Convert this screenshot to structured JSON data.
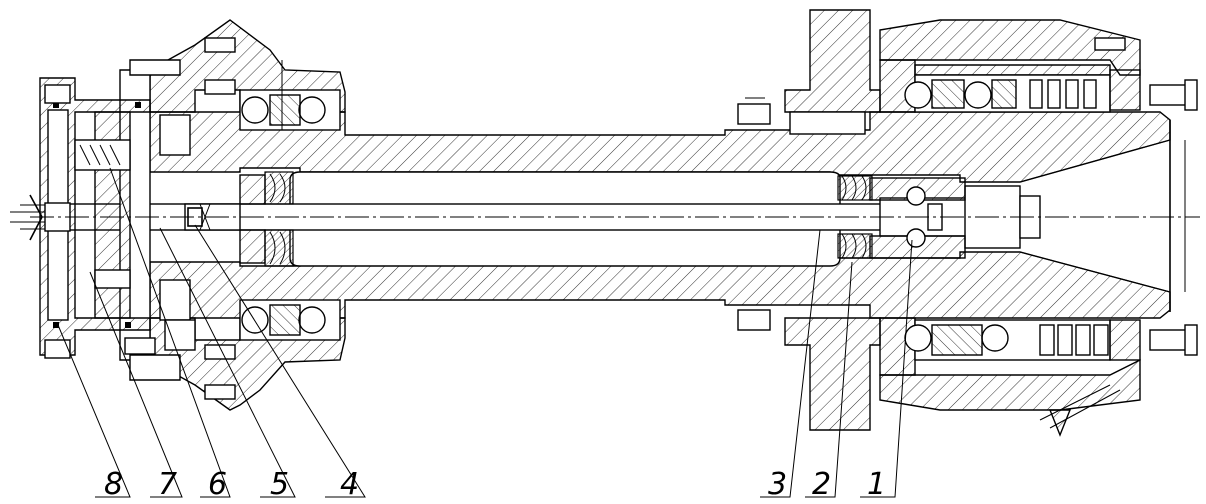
{
  "drawing": {
    "callouts": [
      {
        "id": "8",
        "label": "8"
      },
      {
        "id": "7",
        "label": "7"
      },
      {
        "id": "6",
        "label": "6"
      },
      {
        "id": "5",
        "label": "5"
      },
      {
        "id": "4",
        "label": "4"
      },
      {
        "id": "3",
        "label": "3"
      },
      {
        "id": "2",
        "label": "2"
      },
      {
        "id": "1",
        "label": "1"
      }
    ]
  }
}
